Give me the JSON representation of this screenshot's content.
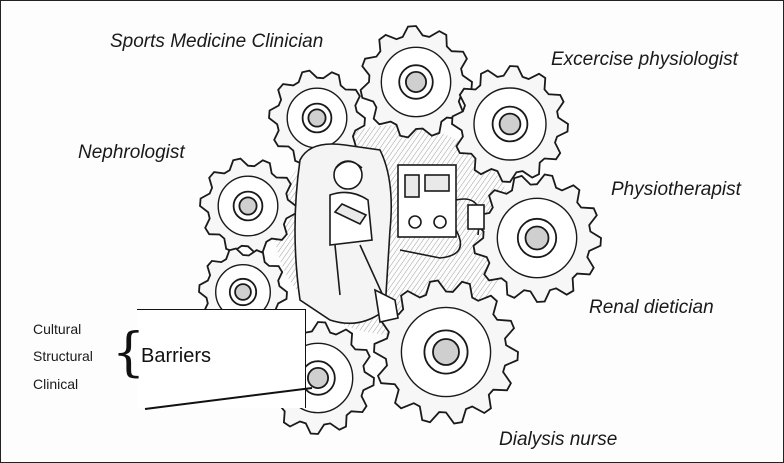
{
  "roles": {
    "sports_medicine": "Sports Medicine Clinician",
    "exercise_physiologist": "Excercise physiologist",
    "nephrologist": "Nephrologist",
    "physiotherapist": "Physiotherapist",
    "renal_dietician": "Renal dietician",
    "dialysis_nurse": "Dialysis nurse"
  },
  "barriers": {
    "items": [
      "Cultural",
      "Structural",
      "Clinical"
    ],
    "label": "Barriers"
  },
  "illustration": {
    "center": "patient-on-dialysis-chair",
    "surround": "interlocking-gears"
  }
}
